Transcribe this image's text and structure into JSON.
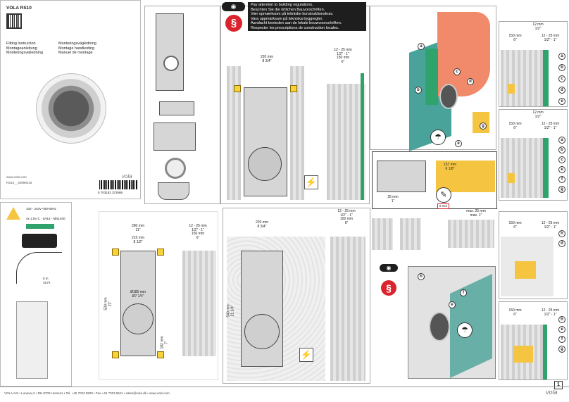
{
  "header": {
    "product": "VOLA RS10",
    "instructions": [
      [
        "Fitting instruction",
        "Monteringsvägledning"
      ],
      [
        "Montageanleitung",
        "Montage handleiding"
      ],
      [
        "Monteringsvejledning",
        "Manuel de montage"
      ]
    ],
    "website": "www.vola.com",
    "code": "RS10__40999216",
    "barcode": "5 703182 372686",
    "logo": "vola"
  },
  "warnings": {
    "lines": [
      "Pay attention to building regulations.",
      "Beachten Sie die örtlichen Bauvorschriften.",
      "Vær opmærksom på tekniske konstruktionskrav.",
      "Vara uppmärksam på tekniska byggregler.",
      "Aandacht besteden aan de lokale bouwvoorschriften.",
      "Respecter les prescriptions de construction locales."
    ],
    "section_symbol": "§"
  },
  "electrical": {
    "voltage": "100 - 240V~/50-60Hz",
    "battery": "4x 1.5V C - LR14 - MN1400",
    "cable": [
      "5 m",
      "16 Ft"
    ]
  },
  "dims": {
    "w220": [
      "220 mm",
      "8 3/4\""
    ],
    "r1225": [
      "12 - 25 mm",
      "1/2\" - 1\""
    ],
    "r150": [
      "150 mm",
      "6\""
    ],
    "w280": [
      "280 mm",
      "11\""
    ],
    "w215": [
      "215 mm",
      "8 1/2\""
    ],
    "d185": [
      "Ø185 mm",
      "Ø7 1/4\""
    ],
    "h530": [
      "530 mm",
      "21\""
    ],
    "h182": [
      "182 mm",
      "7\""
    ],
    "h540": [
      "540 mm",
      "21 1/4\""
    ],
    "r12": [
      "12 mm",
      "1/2\""
    ],
    "r157": [
      "157 mm",
      "6 1/8\""
    ],
    "r25": [
      "25 mm",
      "1\""
    ],
    "r8": "8 mm",
    "max25": [
      "max. 25 mm",
      "max. 1\""
    ]
  },
  "labels": [
    "a",
    "b",
    "c",
    "d",
    "e",
    "f",
    "g",
    "h"
  ],
  "page_marker": "1",
  "footer": {
    "address": "VOLA A/S • Lunavej 2 • DK-8700 Horsens • Tel. +45 7023 5500 • Fax +45 7023 5511 • sales@vola.dk • www.vola.com",
    "logo": "vola"
  },
  "colors": {
    "yellow": "#f5c542",
    "green": "#2fa36b",
    "orange": "#f08a6b",
    "teal": "#4aa39a",
    "red": "#d9232d"
  },
  "icons": [
    "eye-icon",
    "section-icon",
    "lightning-icon",
    "umbrella-icon",
    "screwdriver-icon",
    "qr-code-icon",
    "barcode-icon"
  ]
}
